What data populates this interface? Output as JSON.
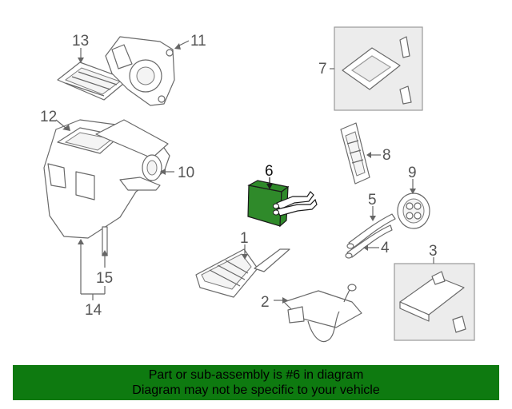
{
  "callouts": {
    "c1": "1",
    "c2": "2",
    "c3": "3",
    "c4": "4",
    "c5": "5",
    "c6": "6",
    "c7": "7",
    "c8": "8",
    "c9": "9",
    "c10": "10",
    "c11": "11",
    "c12": "12",
    "c13": "13",
    "c14": "14",
    "c15": "15"
  },
  "highlight_color": "#2f8a2a",
  "banner": {
    "line1": "Part or sub-assembly is #6 in diagram",
    "line2": "Diagram may not be specific to your vehicle",
    "background": "#0e7a10"
  }
}
